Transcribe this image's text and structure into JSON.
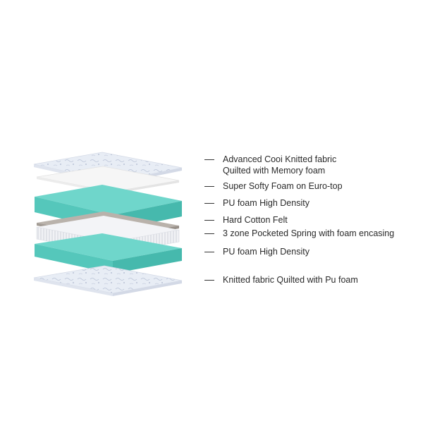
{
  "colors": {
    "teal": "#5fcfc4",
    "teal_dark": "#3fb3a8",
    "felt": "#b5aea7",
    "quilt": "#e6ecf4",
    "foam": "#f4f4f4",
    "text": "#2a2a2a"
  },
  "layers": [
    {
      "id": "top-quilt",
      "label": "Advanced Cooi Knitted fabric\nQuilted  with Memory foam"
    },
    {
      "id": "softy-foam",
      "label": "Super Softy Foam on Euro-top"
    },
    {
      "id": "pu-foam-top",
      "label": "PU foam High Density"
    },
    {
      "id": "cotton-felt",
      "label": "Hard Cotton Felt"
    },
    {
      "id": "pocket-spring",
      "label": "3 zone Pocketed Spring with foam encasing"
    },
    {
      "id": "pu-foam-bottom",
      "label": "PU foam High Density"
    },
    {
      "id": "bottom-quilt",
      "label": "Knitted fabric Quilted  with Pu foam"
    }
  ]
}
